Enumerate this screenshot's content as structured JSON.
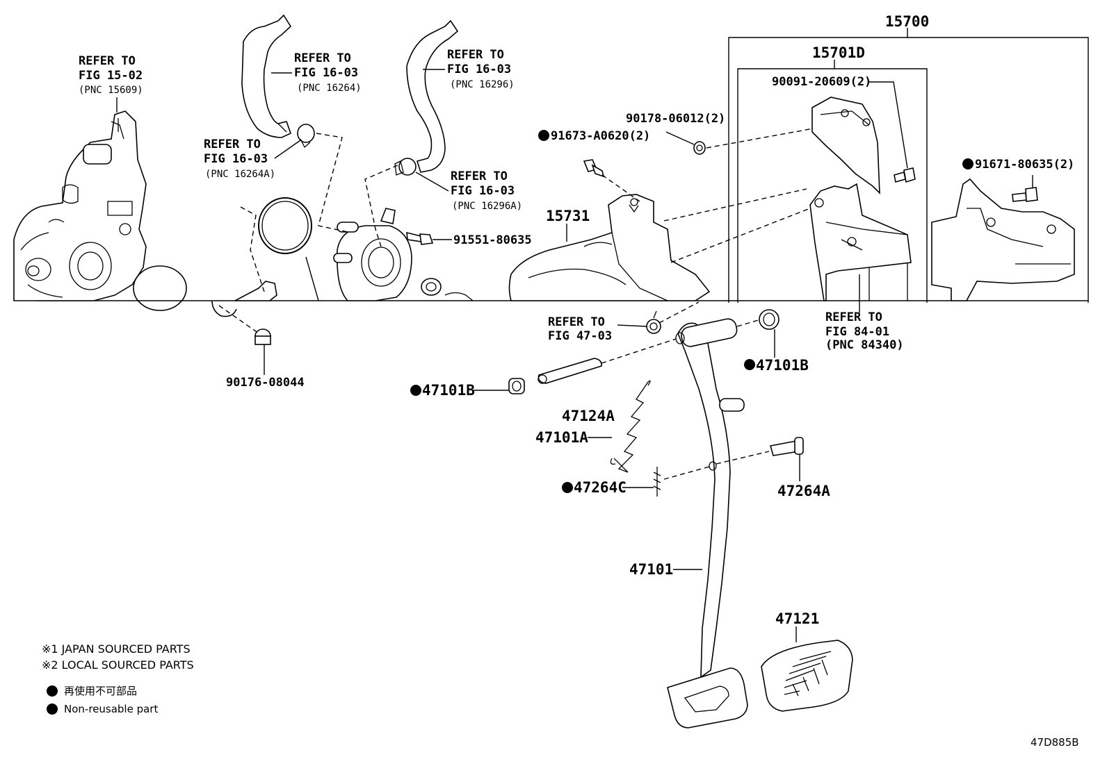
{
  "diagram_code": "47D885B",
  "labels": {
    "p15700": "15700",
    "p15701d": "15701D",
    "p90091": "90091-20609(2)",
    "p90178": "90178-06012(2)",
    "p91673": "91673-A0620(2)",
    "p91671": "91671-80635(2)",
    "p15731": "15731",
    "p91551": "91551-80635",
    "p90176": "90176-08044",
    "p47101b_left": "47101B",
    "p47101b_right": "47101B",
    "p47124a": "47124A",
    "p47101a": "47101A",
    "p47264c": "47264C",
    "p47264a": "47264A",
    "p47101": "47101",
    "p47121": "47121"
  },
  "refers": {
    "r1": {
      "line1": "REFER TO",
      "line2": "FIG 15-02",
      "pnc": "(PNC 15609)"
    },
    "r2": {
      "line1": "REFER TO",
      "line2": "FIG 16-03",
      "pnc": "(PNC 16264)"
    },
    "r3": {
      "line1": "REFER TO",
      "line2": "FIG 16-03",
      "pnc": "(PNC 16296)"
    },
    "r4": {
      "line1": "REFER TO",
      "line2": "FIG 16-03",
      "pnc": "(PNC 16264A)"
    },
    "r5": {
      "line1": "REFER TO",
      "line2": "FIG 16-03",
      "pnc": "(PNC 16296A)"
    },
    "r6": {
      "line1": "REFER TO",
      "line2": "FIG 47-03"
    },
    "r7": {
      "line1": "REFER TO",
      "line2": "FIG 84-01",
      "pnc": "(PNC 84340)"
    }
  },
  "legend": {
    "note1": "※1 JAPAN SOURCED PARTS",
    "note2": "※2 LOCAL SOURCED PARTS",
    "bullet_jp": "再使用不可部品",
    "bullet_en": "Non-reusable part"
  }
}
